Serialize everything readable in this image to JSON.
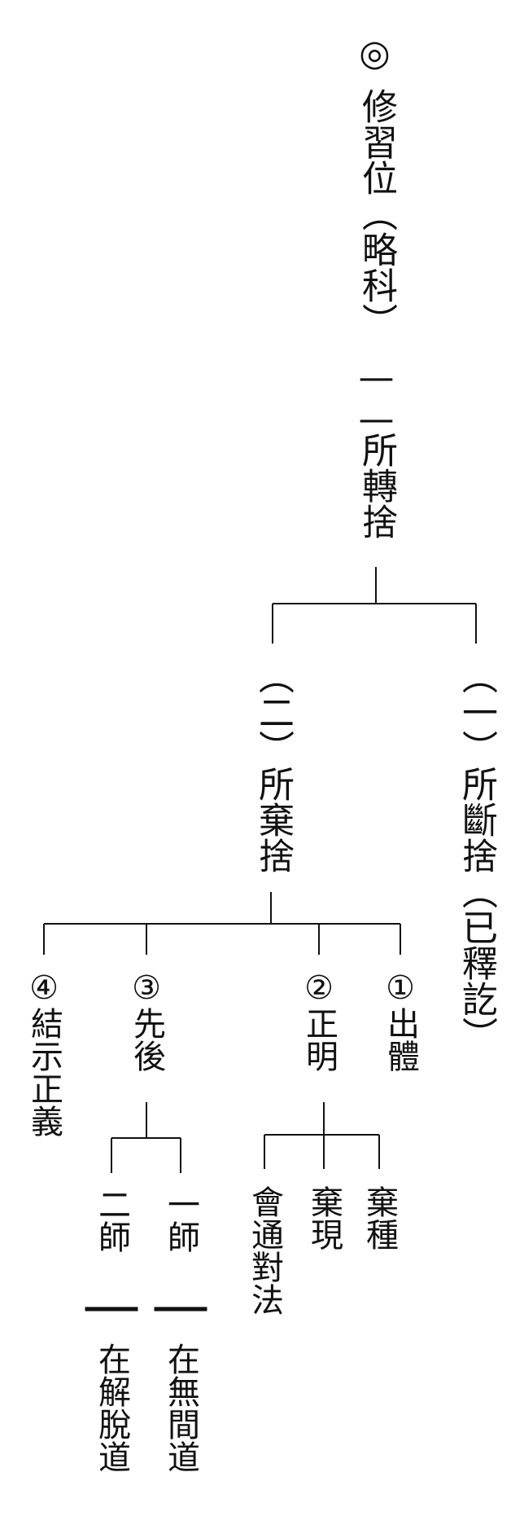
{
  "nodes": {
    "root_mark": "◎",
    "root": "修習位（略科）",
    "root_dash": "——",
    "root_child": "所轉捨",
    "b2": "（二）所棄捨",
    "b1": "（一）所斷捨（已釋訖）",
    "c4": "④結示正義",
    "c3": "③先後",
    "c2": "②正明",
    "c1": "①出體",
    "d_hui": "會通對法",
    "d_xian": "棄現",
    "d_zhong": "棄種",
    "e_ershi": "二師",
    "e_ershi_dash": "—",
    "e_ershi_leaf": "在解脫道",
    "e_yishi": "一師",
    "e_yishi_dash": "—",
    "e_yishi_leaf": "在無間道"
  },
  "colors": {
    "line": "#111111",
    "text": "#111111",
    "background": "#ffffff"
  }
}
